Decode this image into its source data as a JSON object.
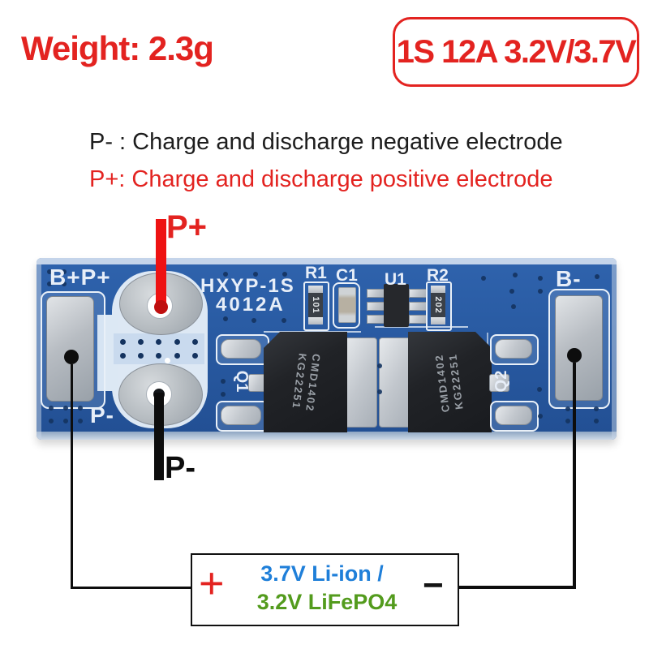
{
  "header": {
    "weight_label": "Weight: 2.3g",
    "spec_badge": "1S 12A 3.2V/3.7V"
  },
  "instructions": {
    "line1": "P- : Charge and discharge negative electrode",
    "line2": "P+: Charge and discharge positive electrode"
  },
  "wires": {
    "positive": "P+",
    "negative": "P-"
  },
  "board": {
    "pads": {
      "b_plus_p_plus": "B+P+",
      "p_minus": "P-",
      "b_minus": "B-"
    },
    "model": {
      "line1": "HXYP-1S",
      "line2": "4012A"
    },
    "components": {
      "r1": "R1",
      "c1": "C1",
      "u1": "U1",
      "r2": "R2",
      "q1": "Q1",
      "q2": "Q2",
      "r1_value": "101",
      "r2_value": "202",
      "mosfet_marking_line1": "CMD1402",
      "mosfet_marking_line2": "KG22251"
    }
  },
  "battery": {
    "plus": "+",
    "minus": "−",
    "line1": "3.7V Li-ion /",
    "line2": "3.2V LiFePO4"
  },
  "colors": {
    "accent_red": "#e32320",
    "battery_blue": "#1f7fd9",
    "battery_green": "#539b1d",
    "board_blue": "#2a5ea8",
    "wire_red": "#ee1212",
    "wire_black": "#0d0d0d",
    "silk": "#e7eef8"
  }
}
